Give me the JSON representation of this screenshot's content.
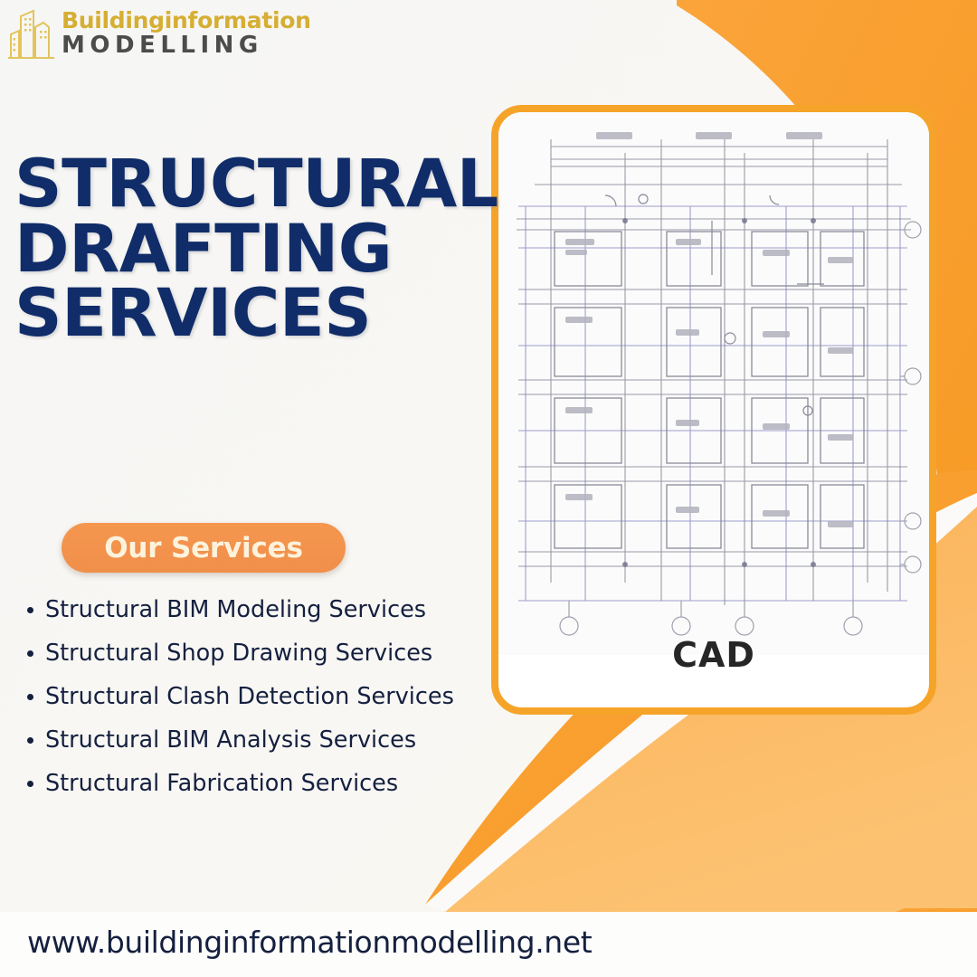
{
  "brand": {
    "logo_icon": "building-skyline-icon",
    "line1": "Buildinginformation",
    "line2": "MODELLING",
    "gold": "#d6ae33",
    "gray": "#4c4c4c"
  },
  "headline": {
    "line1": "STRUCTURAL",
    "line2": "DRAFTING",
    "line3": "SERVICES",
    "color": "#102d69"
  },
  "badge": {
    "label": "Our Services",
    "bg": "#f2914c",
    "text_color": "#fdf3dd"
  },
  "services": [
    "Structural BIM Modeling Services",
    "Structural Shop Drawing Services",
    "Structural Clash Detection Services",
    "Structural BIM Analysis Services",
    "Structural Fabrication Services"
  ],
  "card": {
    "image_name": "structural-blueprint-floor-plan",
    "caption": "CAD",
    "border_color": "#f5a429",
    "bg": "#ffffff"
  },
  "footer": {
    "url": "www.buildinginformationmodelling.net",
    "color": "#15203f"
  },
  "theme": {
    "page_bg": "#f7f7f5",
    "orange_dark": "#f79a24",
    "orange_light": "#fbb55a",
    "navy": "#102d69"
  }
}
